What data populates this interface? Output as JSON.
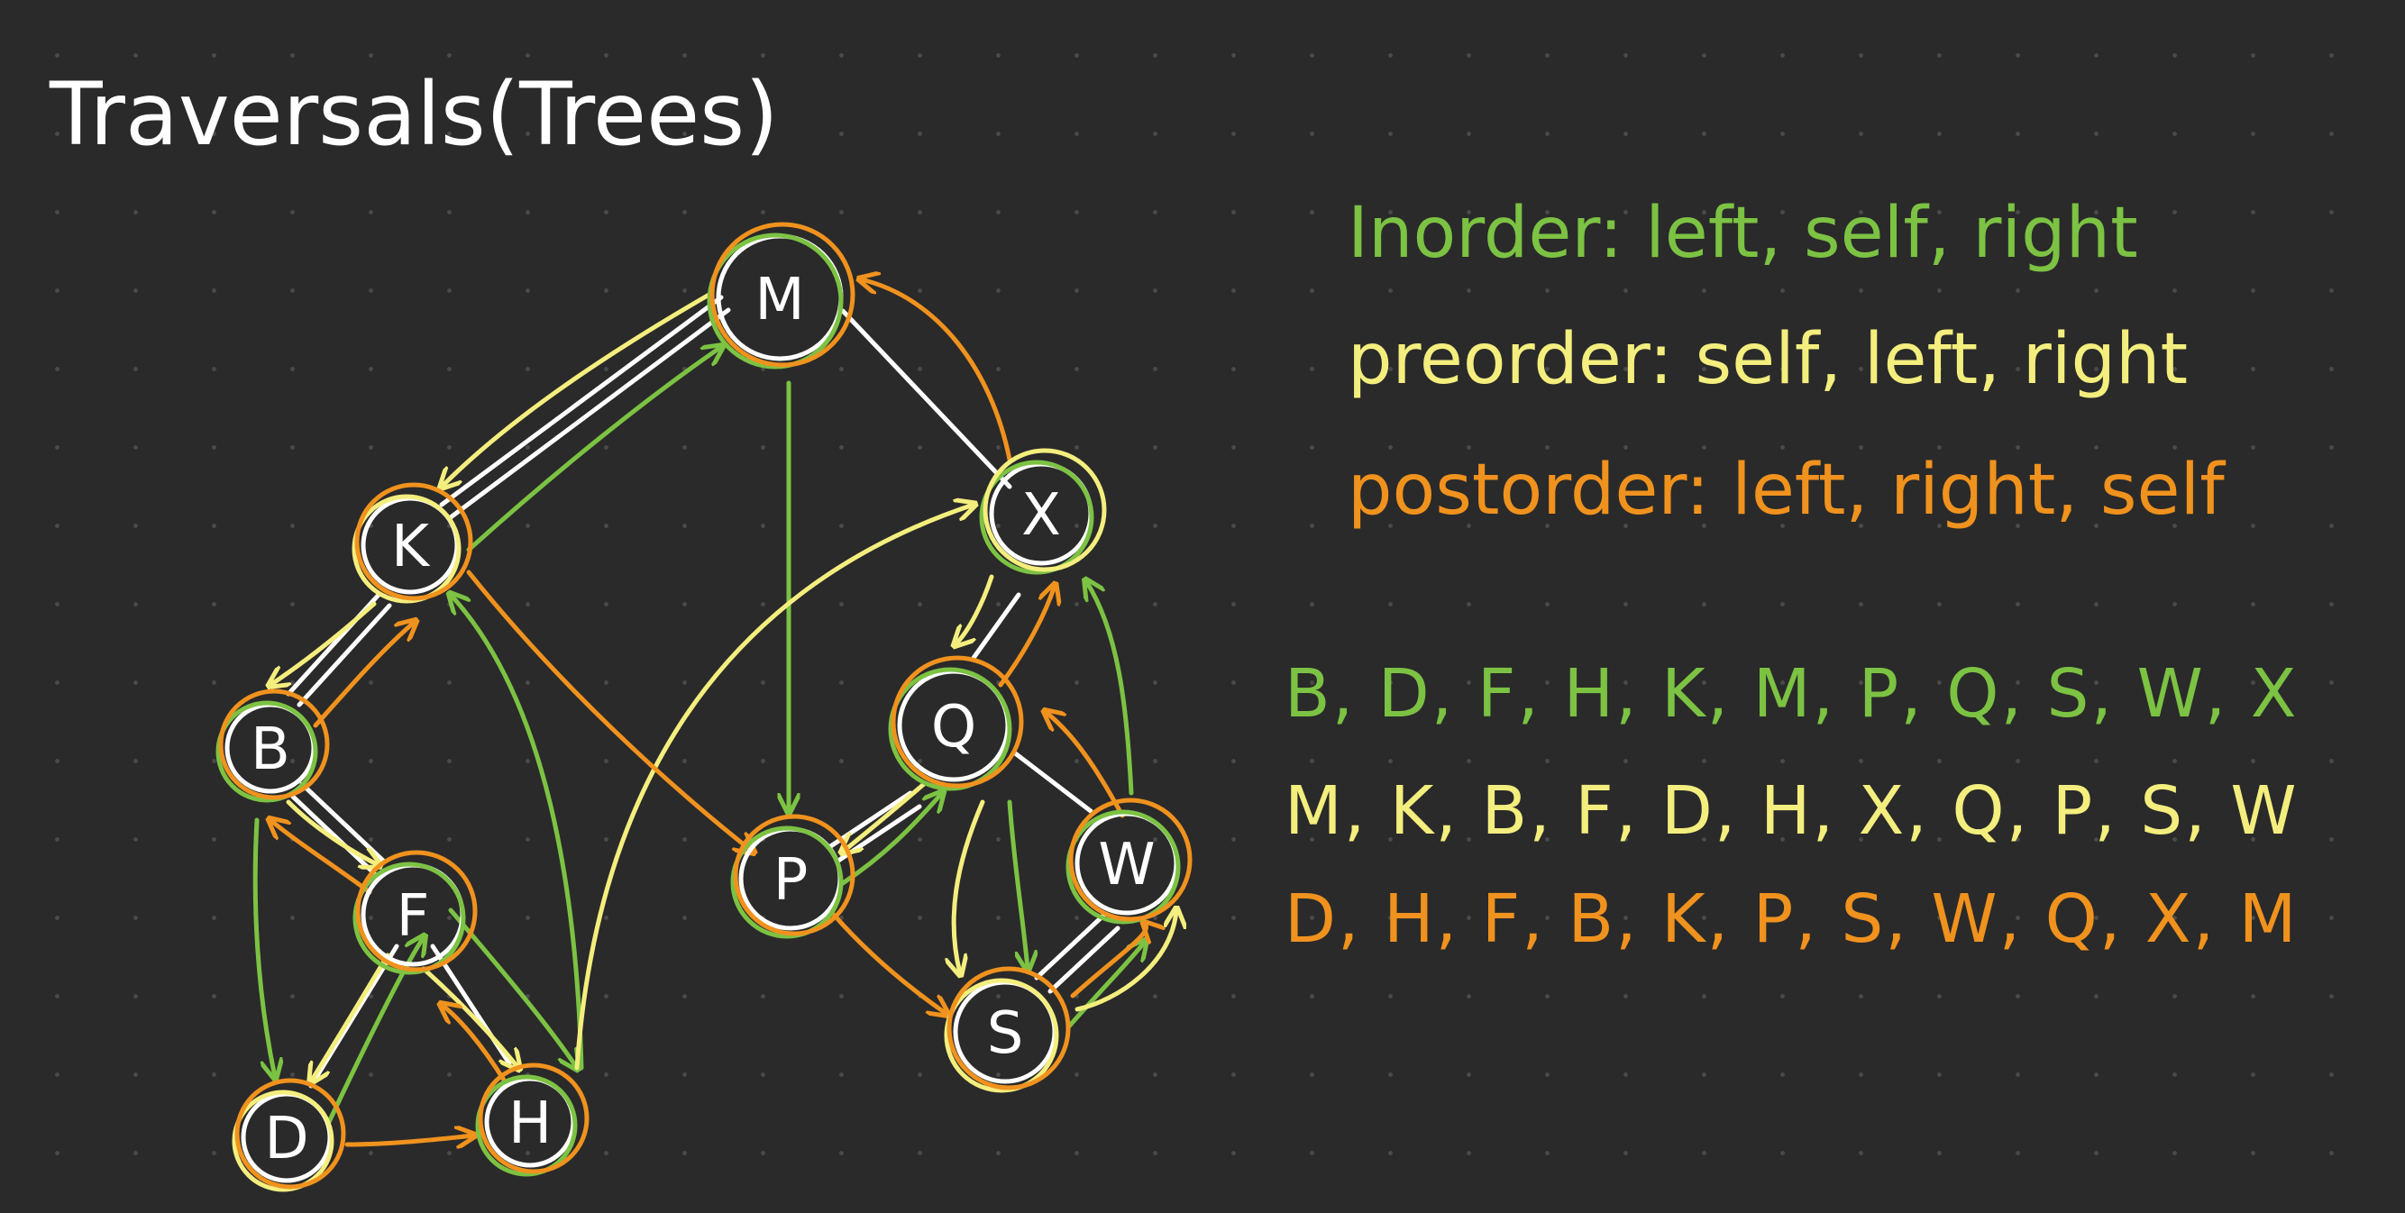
{
  "title": "Traversals(Trees)",
  "colors": {
    "background": "#2a2a2a",
    "white": "#ffffff",
    "green": "#7cc243",
    "yellow": "#f4ee7e",
    "orange": "#f0921e"
  },
  "nodes": {
    "M": "M",
    "K": "K",
    "X": "X",
    "B": "B",
    "F": "F",
    "D": "D",
    "H": "H",
    "P": "P",
    "Q": "Q",
    "W": "W",
    "S": "S"
  },
  "legend": {
    "inorder": "Inorder: left, self, right",
    "preorder": "preorder: self, left, right",
    "postorder": "postorder: left, right, self"
  },
  "sequences": {
    "inorder": "B, D, F, H, K, M, P, Q, S, W, X",
    "preorder": "M, K, B, F, D, H, X, Q, P, S, W",
    "postorder": "D, H, F, B, K, P, S, W, Q, X, M"
  }
}
